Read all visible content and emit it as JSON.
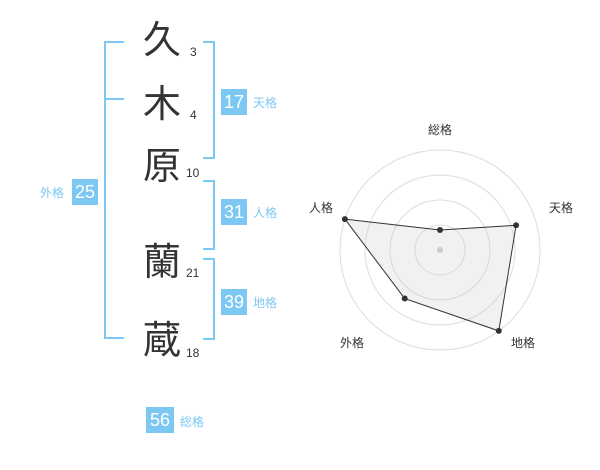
{
  "name_chars": [
    {
      "char": "久",
      "strokes": "3"
    },
    {
      "char": "木",
      "strokes": "4"
    },
    {
      "char": "原",
      "strokes": "10"
    },
    {
      "char": "蘭",
      "strokes": "21"
    },
    {
      "char": "蔵",
      "strokes": "18"
    }
  ],
  "fortune": {
    "tenkaku": {
      "value": "17",
      "label": "天格"
    },
    "jinkaku": {
      "value": "31",
      "label": "人格"
    },
    "chikaku": {
      "value": "39",
      "label": "地格"
    },
    "gaikaku": {
      "value": "25",
      "label": "外格"
    },
    "soukaku": {
      "value": "56",
      "label": "総格"
    }
  },
  "radar": {
    "axes": [
      "総格",
      "天格",
      "地格",
      "外格",
      "人格"
    ],
    "values": [
      0.2,
      0.8,
      1.0,
      0.6,
      1.0
    ],
    "rings": 4,
    "accent": "#7cc8f3"
  }
}
